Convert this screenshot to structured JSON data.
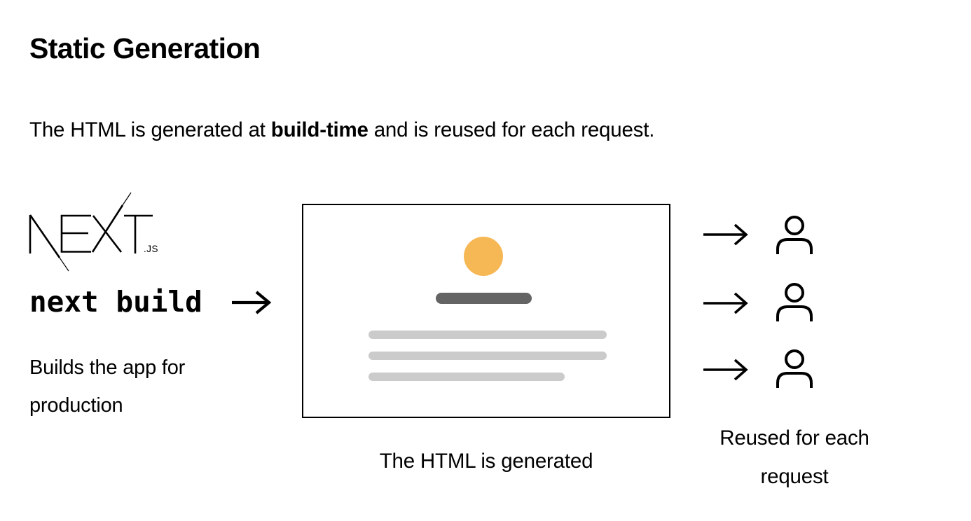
{
  "title": "Static Generation",
  "intro": {
    "prefix": "The HTML is generated at ",
    "bold": "build-time",
    "suffix": " and is reused for each request."
  },
  "left": {
    "logo_label": "NEXT",
    "logo_suffix": ".JS",
    "command": "next build",
    "caption": "Builds the app for production"
  },
  "build_box": {
    "caption": "The HTML is generated"
  },
  "reuse": {
    "caption": "Reused for each request",
    "request_count": 3
  },
  "icons": {
    "arrow": "right-arrow",
    "user": "person-outline"
  },
  "colors": {
    "background": "#FFFFFF",
    "text": "#000000",
    "box_border": "#000000",
    "accent_circle": "#F6B855",
    "dark_bar": "#646464",
    "light_bar": "#CBCBCB"
  }
}
